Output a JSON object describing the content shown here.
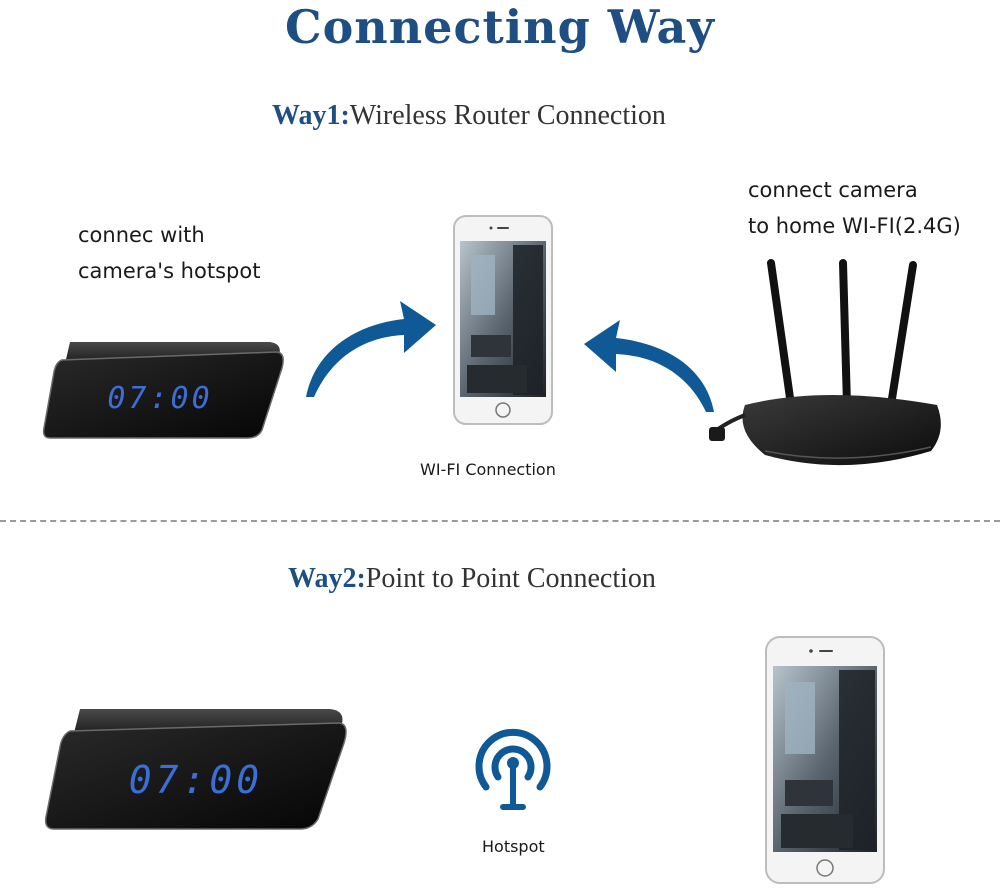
{
  "title": "Connecting Way",
  "way1": {
    "label": "Way1:",
    "text": "Wireless Router Connection",
    "hotspot_note": [
      "connec with",
      "camera's hotspot"
    ],
    "router_note": [
      "connect camera",
      "to home WI-FI(2.4G)"
    ],
    "wifi_label": "WI-FI Connection",
    "clock_time": "07:00"
  },
  "way2": {
    "label": "Way2:",
    "text": "Point to Point Connection",
    "hotspot_label": "Hotspot",
    "clock_time": "07:00"
  },
  "colors": {
    "accent_blue": "#1e4e82",
    "arrow_blue": "#0f5a96",
    "clock_digits": "#3a6fd8",
    "device_black": "#141414"
  },
  "icons": [
    "clock-camera-icon",
    "smartphone-icon",
    "router-icon",
    "curved-arrow-icon",
    "hotspot-icon"
  ]
}
